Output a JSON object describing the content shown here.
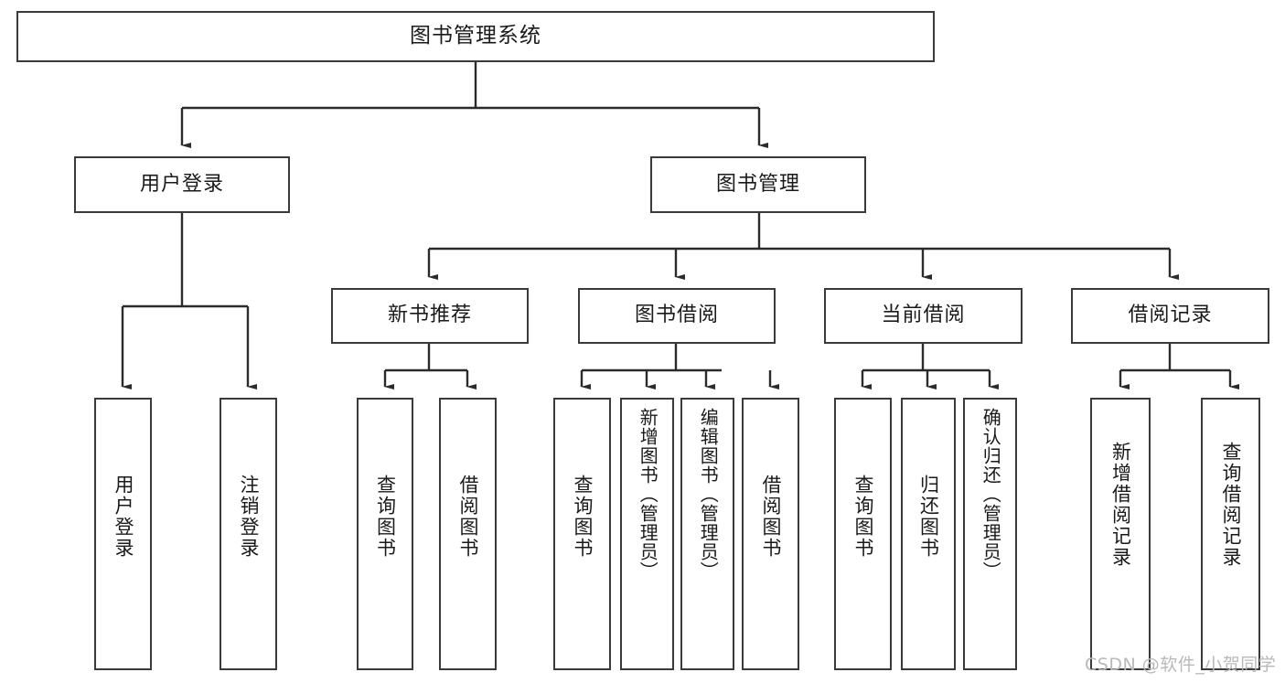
{
  "diagram": {
    "type": "tree-hierarchy",
    "title": "图书管理系统",
    "watermark": "CSDN @软件_小贺同学",
    "colors": {
      "box_border": "#3a3a3a",
      "box_fill": "#ffffff",
      "connector": "#2b2b2b",
      "text": "#1a1a1a",
      "watermark": "#b9b9b9",
      "background": "#ffffff"
    },
    "root": {
      "label": "图书管理系统"
    },
    "level2": [
      {
        "label": "用户登录"
      },
      {
        "label": "图书管理"
      }
    ],
    "level3": [
      {
        "label": "新书推荐"
      },
      {
        "label": "图书借阅"
      },
      {
        "label": "当前借阅"
      },
      {
        "label": "借阅记录"
      }
    ],
    "leaves": {
      "user_login": [
        {
          "label": "用户登录"
        },
        {
          "label": "注销登录"
        }
      ],
      "new_book_recommend": [
        {
          "label": "查询图书"
        },
        {
          "label": "借阅图书"
        }
      ],
      "book_borrow": [
        {
          "label": "查询图书"
        },
        {
          "label": "新增图书（管理员）"
        },
        {
          "label": "编辑图书（管理员）"
        },
        {
          "label": "借阅图书"
        }
      ],
      "current_borrow": [
        {
          "label": "查询图书"
        },
        {
          "label": "归还图书"
        },
        {
          "label": "确认归还（管理员）"
        }
      ],
      "borrow_record": [
        {
          "label": "新增借阅记录"
        },
        {
          "label": "查询借阅记录"
        }
      ]
    }
  }
}
